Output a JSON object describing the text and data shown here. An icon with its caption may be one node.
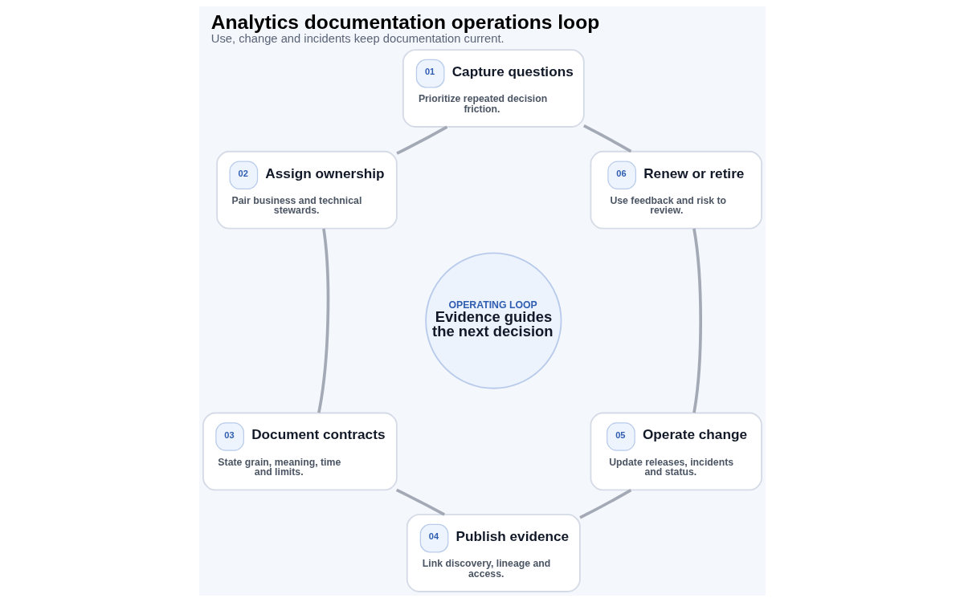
{
  "diagram": {
    "title": "Analytics documentation operations loop",
    "caption": "Use, change and incidents keep documentation current.",
    "nodes": [
      {
        "text": [
          "01",
          "Capture questions",
          "Prioritize repeated decision friction."
        ]
      },
      {
        "text": [
          "02",
          "Assign ownership",
          "Pair business and technical stewards."
        ]
      },
      {
        "text": [
          "03",
          "Document contracts",
          "State grain, meaning, time and limits."
        ]
      },
      {
        "text": [
          "04",
          "Publish evidence",
          "Link discovery, lineage and access."
        ]
      },
      {
        "text": [
          "05",
          "Operate change",
          "Update releases, incidents and status."
        ]
      },
      {
        "text": [
          "06",
          "Renew or retire",
          "Use feedback and risk to review."
        ]
      },
      {
        "text": [
          "OPERATING LOOP",
          "Evidence guides the next decision"
        ]
      }
    ],
    "edges": [
      {
        "from": 0,
        "to": 1,
        "arrow": "none"
      },
      {
        "from": 1,
        "to": 2,
        "arrow": "none"
      },
      {
        "from": 2,
        "to": 3,
        "arrow": "none"
      },
      {
        "from": 3,
        "to": 4,
        "arrow": "none"
      },
      {
        "from": 4,
        "to": 5,
        "arrow": "none"
      },
      {
        "from": 5,
        "to": 0,
        "arrow": "none"
      }
    ]
  }
}
